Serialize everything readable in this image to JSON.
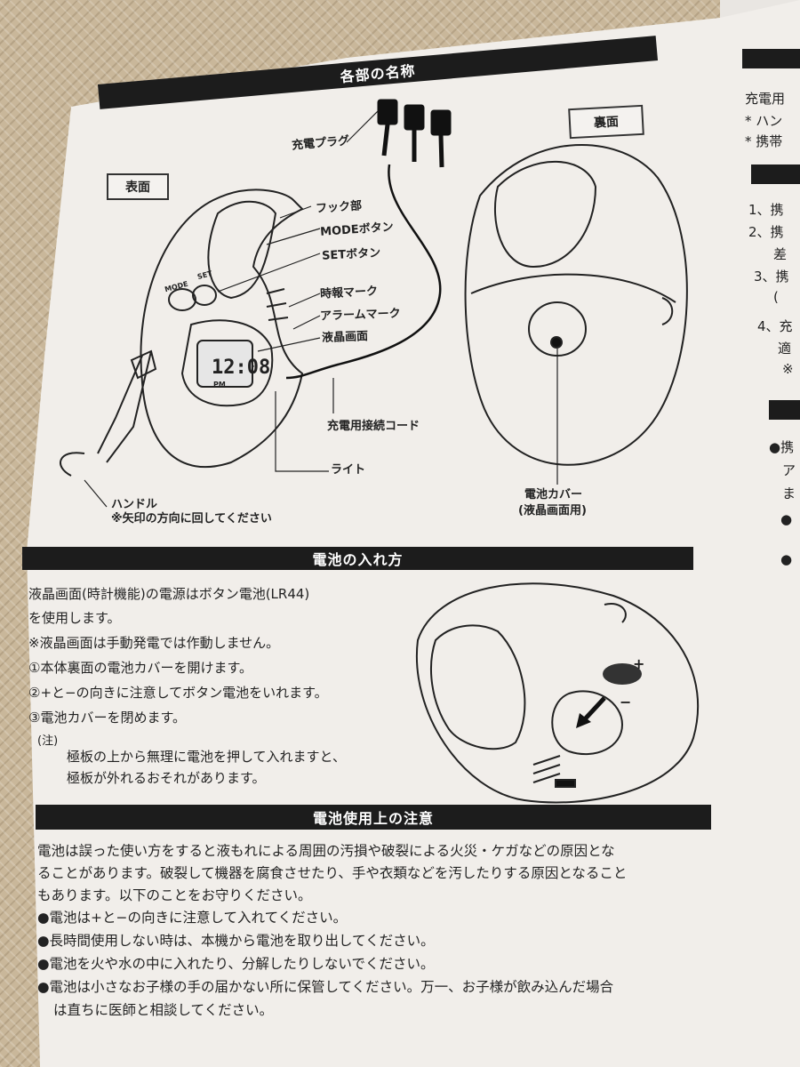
{
  "section_parts": {
    "title": "各部の名称",
    "front_label": "表面",
    "back_label": "裏面",
    "labels": {
      "plug": "充電プラグ",
      "hook": "フック部",
      "mode": "MODEボタン",
      "set": "SETボタン",
      "chime": "時報マーク",
      "alarm": "アラームマーク",
      "lcd": "液晶画面",
      "cord": "充電用接続コード",
      "light": "ライト",
      "handle": "ハンドル",
      "handle_note": "※矢印の方向に回してください",
      "battery_cover": "電池カバー",
      "battery_cover_sub": "(液晶画面用)",
      "device_mode": "MODE",
      "device_set": "SET",
      "lcd_time": "12:08",
      "lcd_pm": "PM"
    }
  },
  "section_battery": {
    "title": "電池の入れ方",
    "lines": [
      "液晶画面(時計機能)の電源はボタン電池(LR44)",
      "を使用します。",
      "※液晶画面は手動発電では作動しません。",
      "①本体裏面の電池カバーを開けます。",
      "②+と−の向きに注意してボタン電池をいれます。",
      "③電池カバーを閉めます。"
    ],
    "note_mark": "(注)",
    "note_lines": [
      "極板の上から無理に電池を押して入れますと、",
      "極板が外れるおそれがあります。"
    ],
    "plus": "+",
    "minus": "−"
  },
  "section_caution": {
    "title": "電池使用上の注意",
    "lines": [
      "電池は誤った使い方をすると液もれによる周囲の汚損や破裂による火災・ケガなどの原因とな",
      "ることがあります。破裂して機器を腐食させたり、手や衣類などを汚したりする原因となること",
      "もあります。以下のことをお守りください。",
      "●電池は+と−の向きに注意して入れてください。",
      "●長時間使用しない時は、本機から電池を取り出してください。",
      "●電池を火や水の中に入れたり、分解したりしないでください。",
      "●電池は小さなお子様の手の届かない所に保管してください。万一、お子様が飲み込んだ場合",
      "は直ちに医師と相談してください。"
    ]
  },
  "right_column": {
    "lines": [
      "充電用",
      "* ハン",
      "* 携帯",
      "1、携",
      "2、携",
      "差",
      "3、携",
      "(",
      "4、充",
      "適",
      "※",
      "●携",
      "ア",
      "ま",
      "●",
      "●"
    ]
  }
}
